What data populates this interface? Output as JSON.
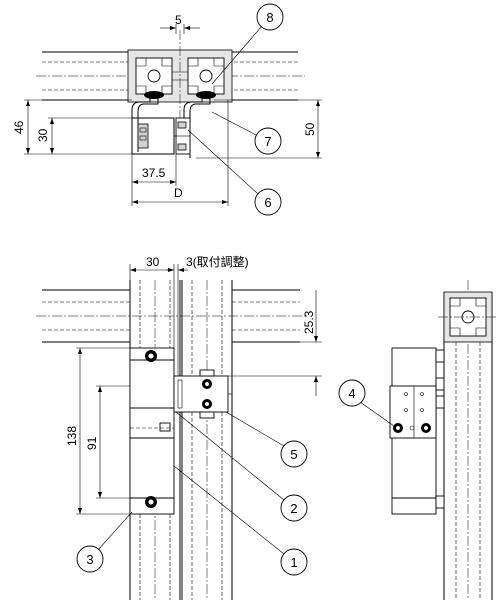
{
  "dimensions": {
    "d5": "5",
    "d46": "46",
    "d30_top": "30",
    "d50": "50",
    "d37_5": "37.5",
    "dD": "D",
    "d30_front": "30",
    "d3_note": "3(取付調整)",
    "d25_3": "25.3",
    "d138": "138",
    "d91": "91"
  },
  "callouts": {
    "c1": "1",
    "c2": "2",
    "c3": "3",
    "c4": "4",
    "c5": "5",
    "c6": "6",
    "c7": "7",
    "c8": "8"
  }
}
